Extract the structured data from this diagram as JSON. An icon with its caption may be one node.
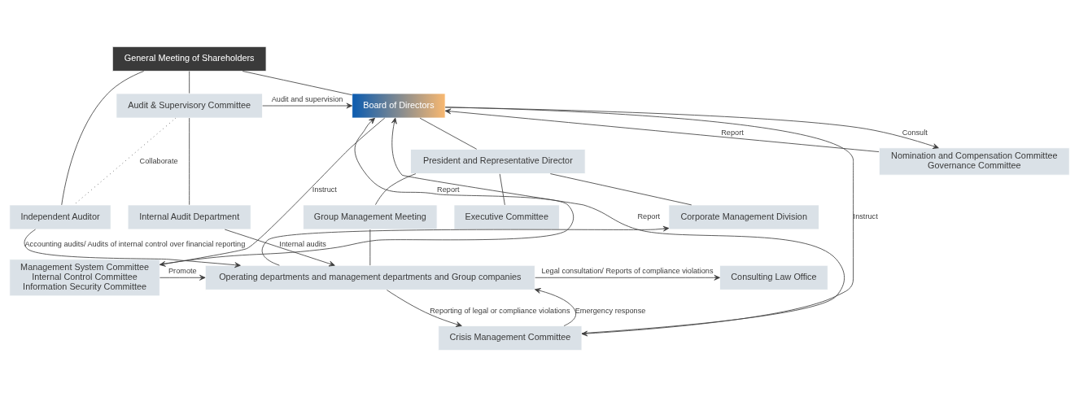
{
  "diagram": {
    "nodes": [
      {
        "text": [
          "General Meeting of Shareholders"
        ]
      },
      {
        "text": [
          "Board of Directors"
        ]
      },
      {
        "text": [
          "Audit & Supervisory Committee"
        ]
      },
      {
        "text": [
          "Nomination and Compensation Committee",
          "Governance Committee"
        ]
      },
      {
        "text": [
          "President and Representative Director"
        ]
      },
      {
        "text": [
          "Executive Committee"
        ]
      },
      {
        "text": [
          "Group Management Meeting"
        ]
      },
      {
        "text": [
          "Corporate Management Division"
        ]
      },
      {
        "text": [
          "Internal Audit Department"
        ]
      },
      {
        "text": [
          "Independent Auditor"
        ]
      },
      {
        "text": [
          "Management System Committee",
          "Internal Control Committee",
          "Information Security Committee"
        ]
      },
      {
        "text": [
          "Crisis Management Committee"
        ]
      },
      {
        "text": [
          "Operating departments and management departments and Group companies"
        ]
      },
      {
        "text": [
          "Consulting Law Office"
        ]
      }
    ],
    "edges": [
      {
        "from": 0,
        "to": 1,
        "arrow": "none"
      },
      {
        "from": 0,
        "to": 2,
        "arrow": "none"
      },
      {
        "from": 0,
        "to": 9,
        "arrow": "none"
      },
      {
        "from": 2,
        "to": 8,
        "arrow": "none"
      },
      {
        "from": 2,
        "to": 1,
        "arrow": "to",
        "label": "Audit and supervision"
      },
      {
        "from": 2,
        "to": 9,
        "arrow": "none",
        "label": "Collaborate",
        "style": "dashed"
      },
      {
        "from": 3,
        "to": 1,
        "arrow": "to",
        "label": "Report"
      },
      {
        "from": 1,
        "to": 3,
        "arrow": "to",
        "label": "Consult"
      },
      {
        "from": 1,
        "to": 4,
        "arrow": "none"
      },
      {
        "from": 11,
        "to": 1,
        "arrow": "to",
        "label": "Report"
      },
      {
        "from": 10,
        "to": 1,
        "arrow": "to",
        "label": "Report"
      },
      {
        "from": 1,
        "to": 10,
        "arrow": "to",
        "label": "Instruct"
      },
      {
        "from": 1,
        "to": 11,
        "arrow": "to",
        "label": "Instruct"
      },
      {
        "from": 4,
        "to": 5,
        "arrow": "none"
      },
      {
        "from": 4,
        "to": 6,
        "arrow": "none"
      },
      {
        "from": 4,
        "to": 7,
        "arrow": "none"
      },
      {
        "from": 6,
        "to": 12,
        "arrow": "none"
      },
      {
        "from": 10,
        "to": 12,
        "arrow": "to",
        "label": "Promote"
      },
      {
        "from": 11,
        "to": 12,
        "arrow": "to",
        "label": "Emergency response"
      },
      {
        "from": 8,
        "to": 12,
        "arrow": "to",
        "label": "Internal audits"
      },
      {
        "from": 9,
        "to": 12,
        "arrow": "to",
        "label": "Accounting audits/ Audits of internal control over financial reporting"
      },
      {
        "from": 12,
        "to": 13,
        "arrow": "to",
        "label": "Legal consultation/ Reports of compliance violations"
      },
      {
        "from": 12,
        "to": 11,
        "arrow": "to",
        "label": "Reporting of legal or compliance violations"
      },
      {
        "from": 12,
        "to": 7,
        "arrow": "to"
      }
    ]
  }
}
